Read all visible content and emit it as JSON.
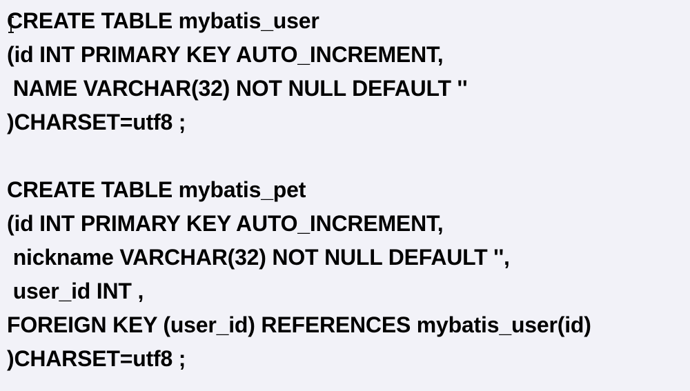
{
  "colors": {
    "background": "#f2f2f8",
    "text": "#000000"
  },
  "blocks": [
    {
      "lines": [
        "CREATE TABLE mybatis_user",
        "(id INT PRIMARY KEY AUTO_INCREMENT,",
        " NAME VARCHAR(32) NOT NULL DEFAULT ''",
        ")CHARSET=utf8 ;"
      ]
    },
    {
      "lines": [
        "CREATE TABLE mybatis_pet",
        "(id INT PRIMARY KEY AUTO_INCREMENT,",
        " nickname VARCHAR(32) NOT NULL DEFAULT '',",
        " user_id INT ,",
        "FOREIGN KEY (user_id) REFERENCES mybatis_user(id)",
        ")CHARSET=utf8 ;"
      ]
    }
  ],
  "cursor_icon": "text-cursor-icon"
}
